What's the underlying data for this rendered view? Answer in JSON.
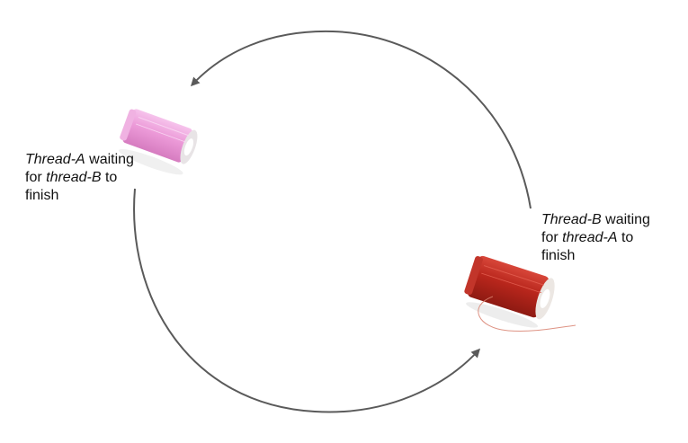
{
  "colors": {
    "background": "#ffffff",
    "arrow": "#5a5a5a",
    "spool_a": "#ec9ad8",
    "spool_b": "#b8261c"
  },
  "icons": {
    "spool_a": "pink-thread-spool-icon",
    "spool_b": "red-thread-spool-icon"
  },
  "thread_a_label": {
    "name": "Thread-A",
    "text1": " waiting",
    "text2": "for ",
    "waiting_on": "thread-B",
    "text3": " to",
    "text4": "finish"
  },
  "thread_b_label": {
    "name": "Thread-B",
    "text1": " waiting",
    "text2": "for ",
    "waiting_on": "thread-A",
    "text3": " to",
    "text4": "finish"
  }
}
